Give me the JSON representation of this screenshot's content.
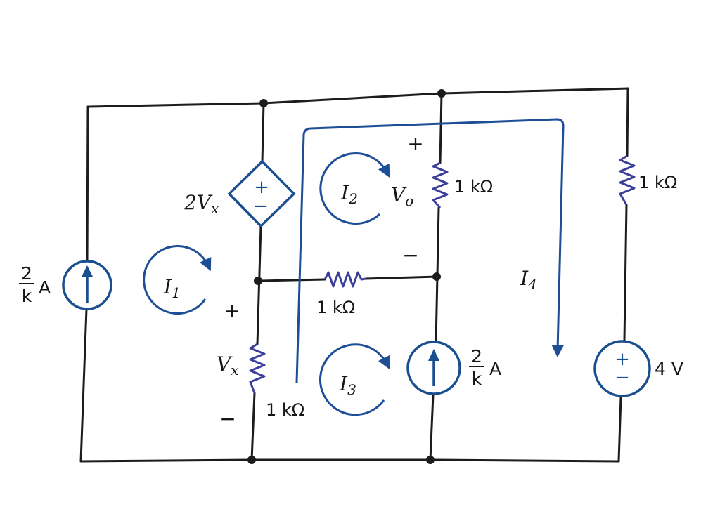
{
  "colors": {
    "wire": "#1c1c1c",
    "component": "#1a4f8f",
    "resistor": "#3c3f9a",
    "mesh": "#1d4e96",
    "text": "#161616"
  },
  "sources": {
    "left_current": {
      "num": "2",
      "den": "k",
      "unit": "A"
    },
    "middle_current": {
      "num": "2",
      "den": "k",
      "unit": "A"
    },
    "dependent_voltage": {
      "label": "2V",
      "sub": "x",
      "plus": "+",
      "minus": "−"
    },
    "voltage_source": {
      "value": "4 V",
      "plus": "+",
      "minus": "−"
    }
  },
  "resistors": {
    "top_middle": "1 kΩ",
    "top_right": "1 kΩ",
    "horizontal": "1 kΩ",
    "bottom_left": "1 kΩ"
  },
  "voltages": {
    "vo": {
      "label": "V",
      "sub": "o",
      "plus": "+",
      "minus": "−"
    },
    "vx": {
      "label": "V",
      "sub": "x",
      "plus": "+",
      "minus": "−"
    }
  },
  "meshes": {
    "i1": {
      "label": "I",
      "sub": "1"
    },
    "i2": {
      "label": "I",
      "sub": "2"
    },
    "i3": {
      "label": "I",
      "sub": "3"
    },
    "i4": {
      "label": "I",
      "sub": "4"
    }
  }
}
